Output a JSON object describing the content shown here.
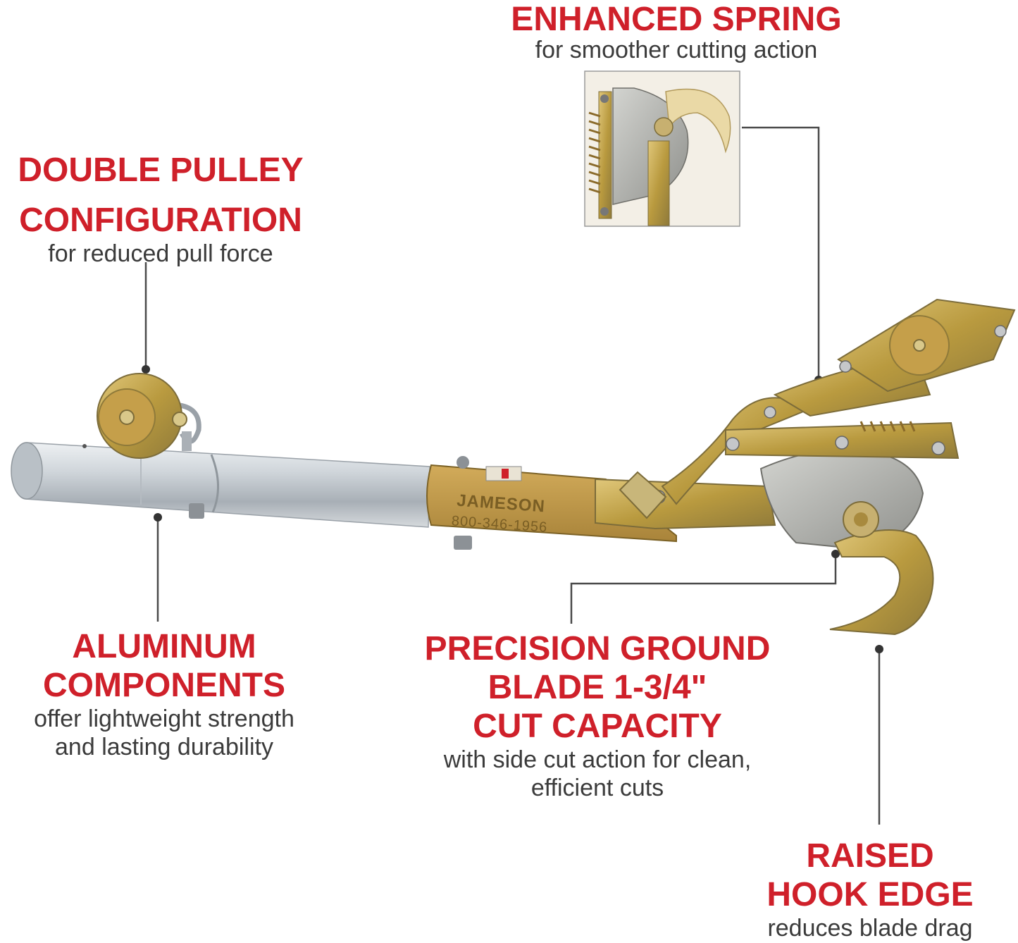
{
  "callouts": {
    "spring": {
      "headline": "ENHANCED SPRING",
      "sub": "for smoother cutting action"
    },
    "pulley": {
      "headline_1": "DOUBLE PULLEY",
      "headline_2": "CONFIGURATION",
      "sub": "for reduced pull force"
    },
    "aluminum": {
      "headline_1": "ALUMINUM",
      "headline_2": "COMPONENTS",
      "sub_1": "offer lightweight strength",
      "sub_2": "and lasting durability"
    },
    "blade": {
      "headline_1": "PRECISION GROUND",
      "headline_2": "BLADE 1-3/4\"",
      "headline_3": "CUT CAPACITY",
      "sub_1": "with side cut action for clean,",
      "sub_2": "efficient cuts"
    },
    "hook": {
      "headline_1": "RAISED",
      "headline_2": "HOOK EDGE",
      "sub": "reduces blade drag"
    }
  },
  "product": {
    "brand_line_1": "JAMESON",
    "brand_line_2": "800-346-1956"
  },
  "colors": {
    "headline": "#cf202a",
    "subtext": "#3b3b3b",
    "aluminum": "#c9ced3",
    "brass": "#c9a64a",
    "blade": "#a9aaa6"
  }
}
